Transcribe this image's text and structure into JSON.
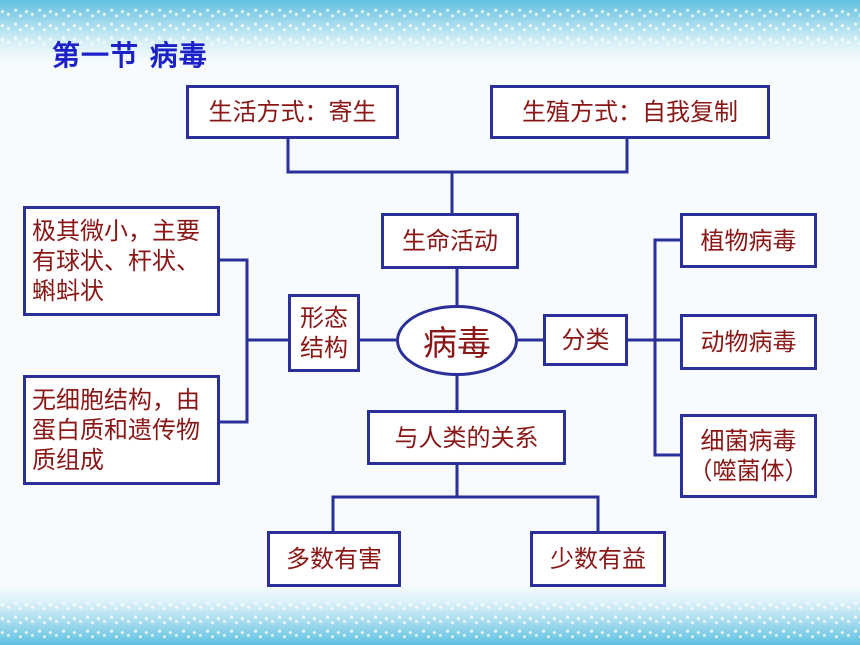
{
  "title": "第一节 病毒",
  "center": "病毒",
  "nodes": {
    "lifestyle": "生活方式：寄生",
    "reproduction": "生殖方式：自我复制",
    "life_activity": "生命活动",
    "morphology_line1": "形态",
    "morphology_line2": "结构",
    "shape": "极其微小，主要有球状、杆状、蝌蚪状",
    "structure": "无细胞结构，由蛋白质和遗传物质组成",
    "classification": "分类",
    "plant_virus": "植物病毒",
    "animal_virus": "动物病毒",
    "bacterial_virus_line1": "细菌病毒",
    "bacterial_virus_line2": "（噬菌体）",
    "relation": "与人类的关系",
    "mostly_harmful": "多数有害",
    "few_beneficial": "少数有益"
  },
  "colors": {
    "border": "#2a2f9a",
    "text": "#8b1616",
    "title": "#1c22c8"
  }
}
